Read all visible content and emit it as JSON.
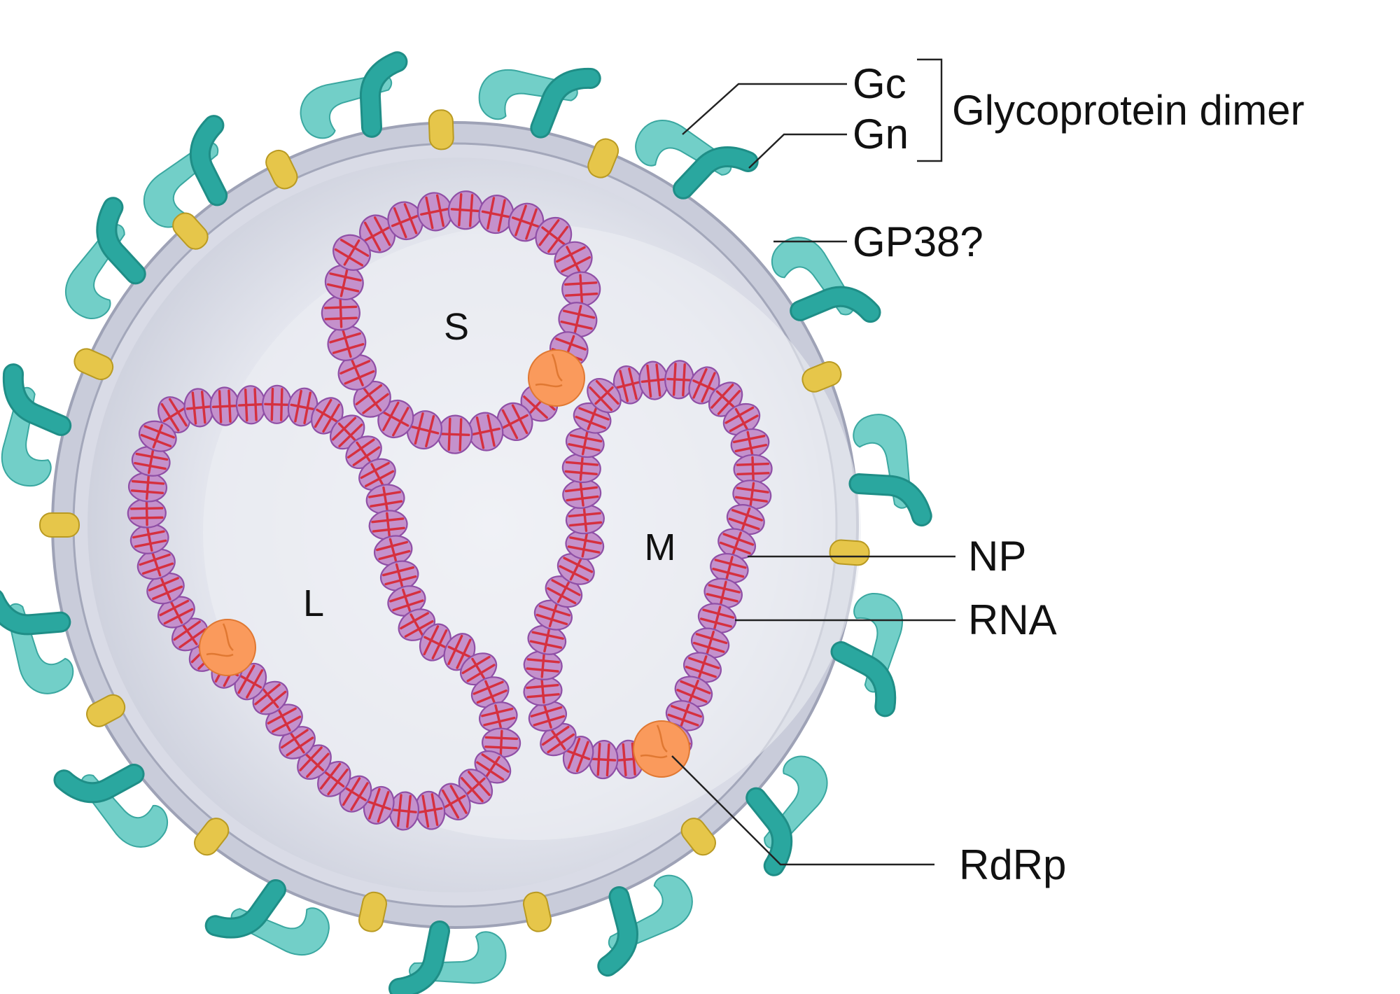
{
  "labels": {
    "gc": "Gc",
    "gn": "Gn",
    "glycoprotein_dimer": "Glycoprotein dimer",
    "gp38": "GP38?",
    "np": "NP",
    "rna": "RNA",
    "rdrp": "RdRp",
    "segment_s": "S",
    "segment_m": "M",
    "segment_l": "L"
  },
  "colors": {
    "envelope_fill": "#d4d6e2",
    "envelope_outline": "#9ea2b6",
    "interior_light": "#f1f2f7",
    "glycoprotein_gc": "#72cfc8",
    "glycoprotein_gn": "#2aa79f",
    "gp38": "#e6c64a",
    "nucleoprotein": "#c491cc",
    "rna": "#d5303f",
    "rdrp": "#fa9a5c"
  }
}
